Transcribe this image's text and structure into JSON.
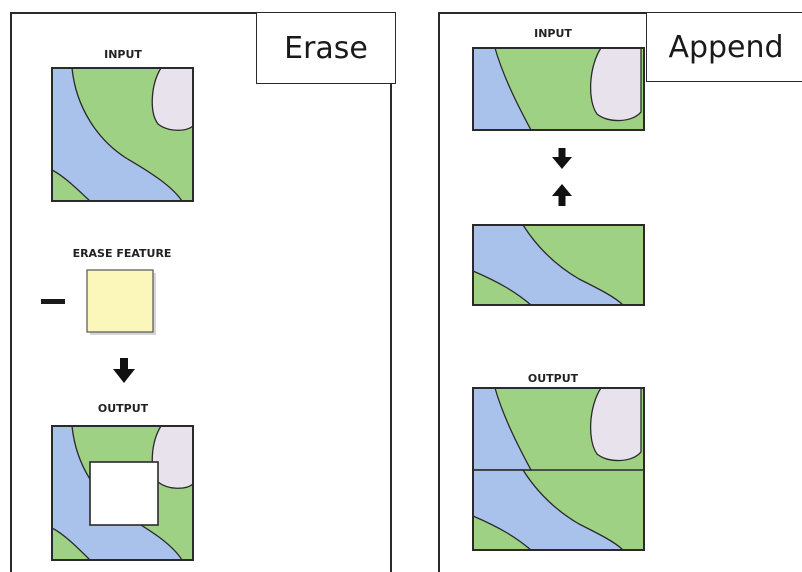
{
  "colors": {
    "land": "#9fd185",
    "water": "#a9c2ec",
    "lake": "#e7e2ec",
    "erase_fill": "#fbf6ba",
    "outline": "#2a2a2a",
    "hole": "#ffffff"
  },
  "erase": {
    "title": "Erase",
    "input_label": "INPUT",
    "erase_feature_label": "ERASE FEATURE",
    "operator": "minus",
    "arrow": "down-arrow-icon",
    "output_label": "OUTPUT"
  },
  "append": {
    "title": "Append",
    "input_label": "INPUT",
    "arrows": [
      "down-arrow-icon",
      "up-arrow-icon"
    ],
    "output_label": "OUTPUT"
  }
}
